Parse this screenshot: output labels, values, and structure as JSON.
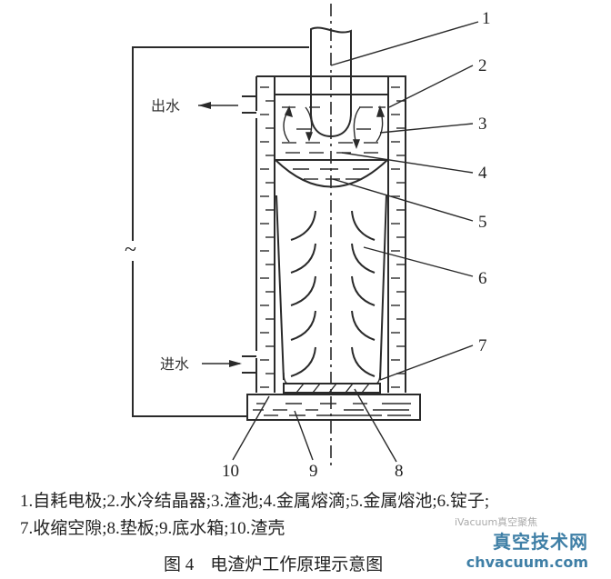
{
  "diagram": {
    "labels": [
      "1",
      "2",
      "3",
      "4",
      "5",
      "6",
      "7",
      "8",
      "9",
      "10"
    ],
    "outlet_label": "出水",
    "inlet_label": "进水",
    "ac_symbol": "~"
  },
  "legend": {
    "line1": "1.自耗电极;2.水冷结晶器;3.渣池;4.金属熔滴;5.金属熔池;6.锭子;",
    "line2": "7.收缩空隙;8.垫板;9.底水箱;10.渣壳"
  },
  "figure": {
    "number": "图 4",
    "title": "电渣炉工作原理示意图"
  },
  "watermark": {
    "cn": "真空技术网",
    "en": "chvacuum.com",
    "wechat": "iVacuum真空聚焦"
  },
  "colors": {
    "line": "#2a2a2a",
    "watermark": "#3f7fa6"
  }
}
